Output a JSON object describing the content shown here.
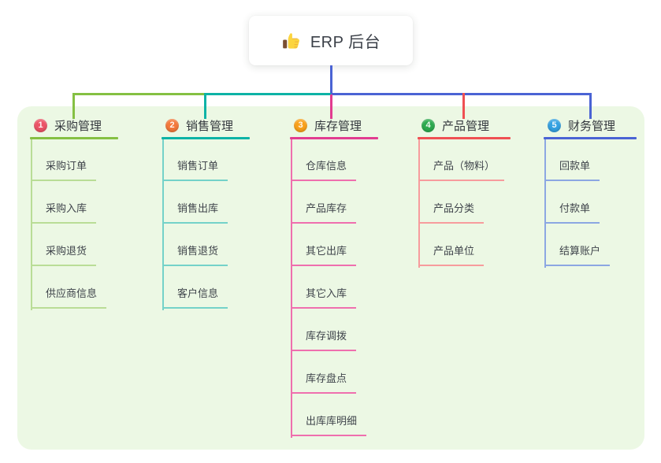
{
  "root": {
    "title": "ERP 后台",
    "icon": "thumbs-up-icon"
  },
  "colors": {
    "panel_bg": "#ecf8e4",
    "root_stem_blue": "#4a63d4"
  },
  "branches": [
    {
      "num": "1",
      "label": "采购管理",
      "badge_color": "#ec5467",
      "line_color": "#85c043",
      "light_color": "#b9dd96",
      "children": [
        "采购订单",
        "采购入库",
        "采购退货",
        "供应商信息"
      ]
    },
    {
      "num": "2",
      "label": "销售管理",
      "badge_color": "#f4793b",
      "line_color": "#0db3a6",
      "light_color": "#74d2c9",
      "children": [
        "销售订单",
        "销售出库",
        "销售退货",
        "客户信息"
      ]
    },
    {
      "num": "3",
      "label": "库存管理",
      "badge_color": "#f9a11b",
      "line_color": "#e23c90",
      "light_color": "#ef6fae",
      "children": [
        "仓库信息",
        "产品库存",
        "其它出库",
        "其它入库",
        "库存调拨",
        "库存盘点",
        "出库库明细"
      ]
    },
    {
      "num": "4",
      "label": "产品管理",
      "badge_color": "#2daa4f",
      "line_color": "#ef5053",
      "light_color": "#f79c9d",
      "children": [
        "产品（物料）",
        "产品分类",
        "产品单位"
      ]
    },
    {
      "num": "5",
      "label": "财务管理",
      "badge_color": "#35a2e2",
      "line_color": "#4a63d4",
      "light_color": "#8ca7e2",
      "children": [
        "回款单",
        "付款单",
        "结算账户"
      ]
    }
  ]
}
